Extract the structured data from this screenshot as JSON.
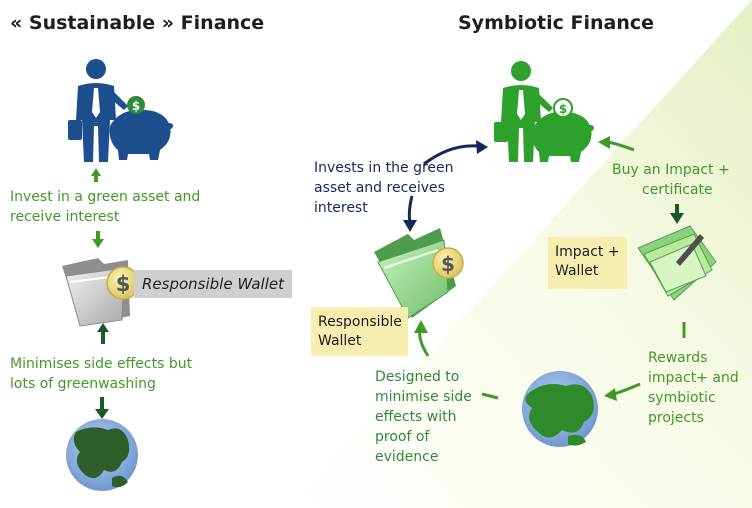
{
  "left": {
    "title": "« Sustainable » Finance",
    "text_top_line1": "Invest in a green asset and",
    "text_top_line2": "receive interest",
    "wallet_label": "Responsible Wallet",
    "text_bottom_line1": "Minimises side effects but",
    "text_bottom_line2": "lots of greenwashing"
  },
  "right": {
    "title": "Symbiotic Finance",
    "invests_line1": "Invests in the green",
    "invests_line2": "asset and receives",
    "invests_line3": "interest",
    "buy_line1": "Buy an Impact +",
    "buy_line2": "certificate",
    "impact_wallet_line1": "Impact +",
    "impact_wallet_line2": "Wallet",
    "responsible_wallet_line1": "Responsible",
    "responsible_wallet_line2": "Wallet",
    "rewards_line1": "Rewards",
    "rewards_line2": "impact+ and",
    "rewards_line3": "symbiotic",
    "rewards_line4": "projects",
    "designed_line1": "Designed  to",
    "designed_line2": "minimise side",
    "designed_line3": "effects with",
    "designed_line4": "proof of",
    "designed_line5": "evidence"
  },
  "icons": {
    "dollar_symbol": "$"
  },
  "colors": {
    "left_figure": "#1d4f8f",
    "right_figure": "#2da12b",
    "green_text": "#3f9a26",
    "navy_text": "#14285c",
    "box_fill": "#f6eeb0",
    "earth_ocean": "#8fb3e3",
    "earth_land": "#2f5e2b"
  }
}
